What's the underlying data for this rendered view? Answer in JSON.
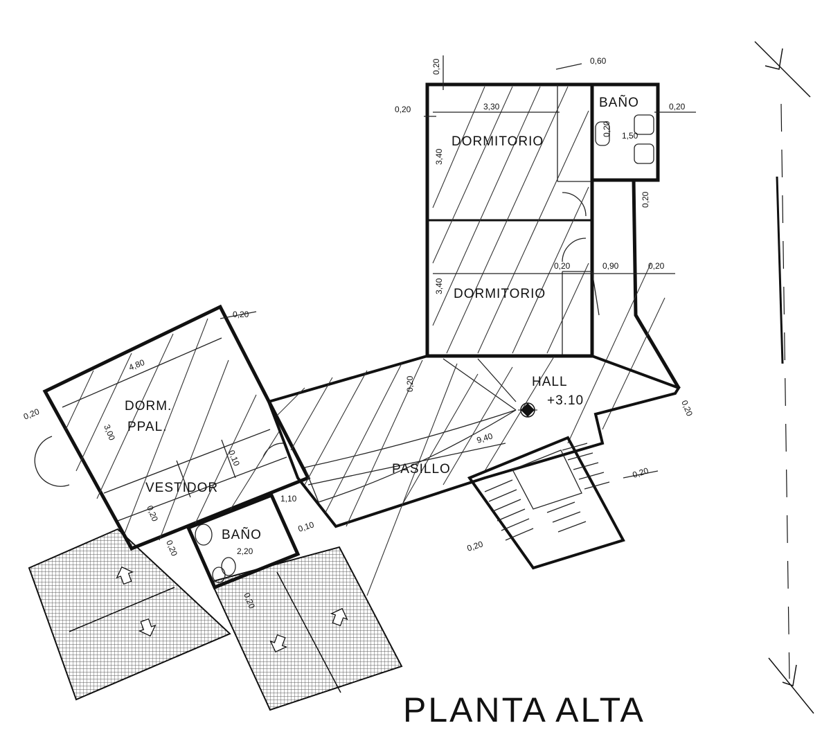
{
  "title": "PLANTA ALTA",
  "rooms": {
    "dormitorio_1": "DORMITORIO",
    "dormitorio_2": "DORMITORIO",
    "bano_upper": "BAÑO",
    "dorm_ppal_line1": "DORM.",
    "dorm_ppal_line2": "PPAL.",
    "vestidor": "VESTIDOR",
    "bano_lower": "BAÑO",
    "hall": "HALL",
    "hall_level": "+3.10",
    "pasillo": "PASILLO"
  },
  "dimensions": {
    "d_060": "0,60",
    "d_020_top": "0,20",
    "d_020_left": "0,20",
    "d_330": "3,30",
    "d_020_right": "0,20",
    "d_340_a": "3,40",
    "d_150": "1,50",
    "d_020_bano": "0,20",
    "d_020_v": "0,20",
    "d_020_b": "0,20",
    "d_090": "0,90",
    "d_020_c": "0,20",
    "d_340_b": "3,40",
    "d_020_ppal": "0,20",
    "d_480": "4,80",
    "d_020_ppal_l": "0,20",
    "d_300": "3,00",
    "d_010": "0,10",
    "d_020_hall_v": "0,20",
    "d_020_hall_r": "0,20",
    "d_940": "9,40",
    "d_020_stair": "0,20",
    "d_110": "1,10",
    "d_010_b": "0,10",
    "d_220": "2,20",
    "d_020_ves": "0,20",
    "d_020_bottom": "0,20",
    "d_020_stair_b": "0,20",
    "d_020_stair_c": "0,20"
  }
}
